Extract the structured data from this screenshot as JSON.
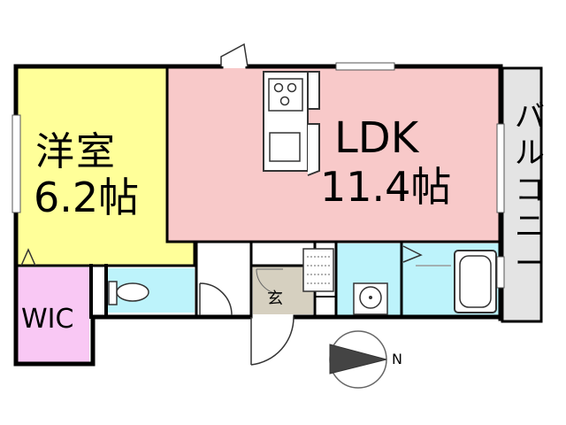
{
  "rooms": {
    "youshitsu": {
      "name": "洋室",
      "size": "6.2帖",
      "fill": "#ffff99"
    },
    "ldk": {
      "name": "LDK",
      "size": "11.4帖",
      "fill": "#f8c9c9"
    },
    "wic": {
      "name": "WIC",
      "fill": "#f9c8f4"
    },
    "balcony": {
      "name": "バルコニー",
      "fill": "#e4e4e4"
    },
    "genkan": {
      "name": "玄",
      "fill": "#d6d0c0"
    },
    "wet_area": {
      "fill": "#bdf3fb"
    }
  },
  "compass": {
    "label": "N"
  },
  "colors": {
    "wall": "#000000",
    "fixture": "#333333"
  }
}
